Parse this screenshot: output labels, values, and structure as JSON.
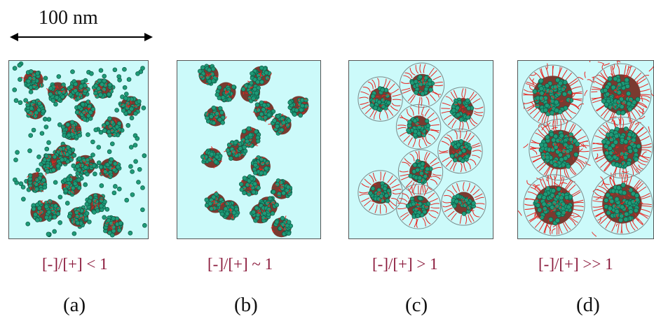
{
  "scale": {
    "label": "100 nm"
  },
  "colors": {
    "background": "#ccfafa",
    "particle": "#1f9b78",
    "particle_dark": "#0d5b47",
    "polymer": "#e8231e",
    "shell": "#7a8a8a",
    "ratio_text": "#8b1a3c"
  },
  "panels": [
    {
      "id": "a",
      "ratio": "[-]/[+] < 1",
      "letter": "(a)"
    },
    {
      "id": "b",
      "ratio": "[-]/[+] ~ 1",
      "letter": "(b)"
    },
    {
      "id": "c",
      "ratio": "[-]/[+] > 1",
      "letter": "(c)"
    },
    {
      "id": "d",
      "ratio": "[-]/[+] >> 1",
      "letter": "(d)"
    }
  ]
}
